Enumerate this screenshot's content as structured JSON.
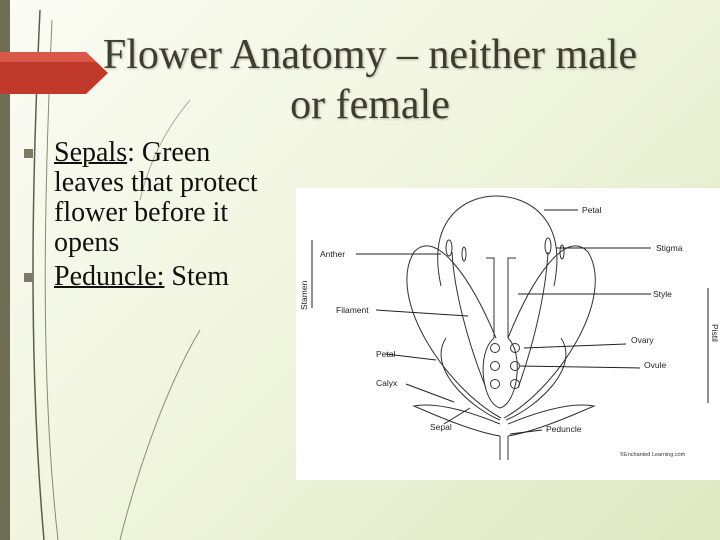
{
  "slide": {
    "title_line1": "Flower Anatomy – neither male",
    "title_line2": "or female",
    "colors": {
      "accent_arrow": "#c0392b",
      "side_bar": "#6f6e55",
      "bullet": "#7a7a68"
    }
  },
  "bullets": [
    {
      "term": "Sepals",
      "after_term": ":  Green",
      "rest": "leaves that protect flower before it opens"
    },
    {
      "term": "Peduncle:",
      "after_term": " Stem",
      "rest": ""
    }
  ],
  "diagram": {
    "labels": {
      "petal_top": "Petal",
      "stigma": "Stigma",
      "anther": "Anther",
      "style": "Style",
      "filament": "Filament",
      "ovary": "Ovary",
      "petal_left": "Petal",
      "ovule": "Ovule",
      "calyx": "Calyx",
      "sepal": "Sepal",
      "peduncle": "Peduncle",
      "stamen": "Stamen",
      "pistil": "Pistil",
      "credit": "©Enchanted Learning.com"
    }
  }
}
